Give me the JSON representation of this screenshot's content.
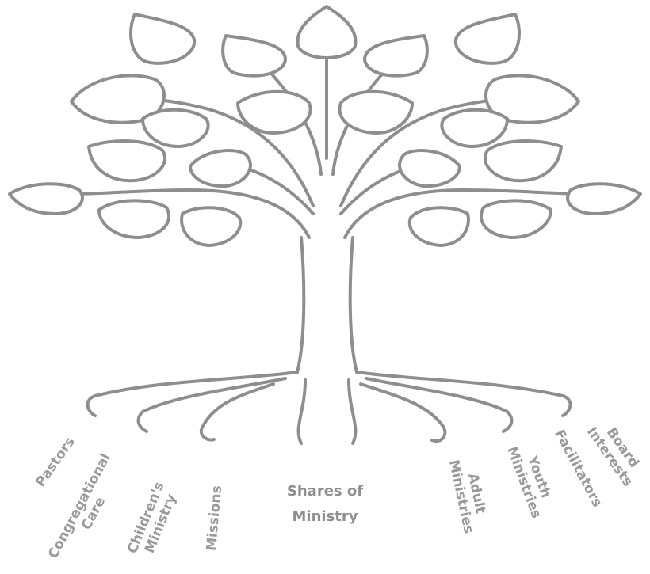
{
  "diagram": {
    "center_label": {
      "line1": "Shares of",
      "line2": "Ministry"
    },
    "roots": [
      {
        "line1": "Pastors",
        "line2": ""
      },
      {
        "line1": "Congregational",
        "line2": "Care"
      },
      {
        "line1": "Children's",
        "line2": "Ministry"
      },
      {
        "line1": "Missions",
        "line2": ""
      },
      {
        "line1": "Adult",
        "line2": "Ministries"
      },
      {
        "line1": "Youth",
        "line2": "Ministries"
      },
      {
        "line1": "Facilitators",
        "line2": ""
      },
      {
        "line1": "Board",
        "line2": "Interests"
      }
    ],
    "colors": {
      "stroke": "#8e8e8e",
      "fill": "#ffffff",
      "text": "#9a9a9a"
    }
  }
}
